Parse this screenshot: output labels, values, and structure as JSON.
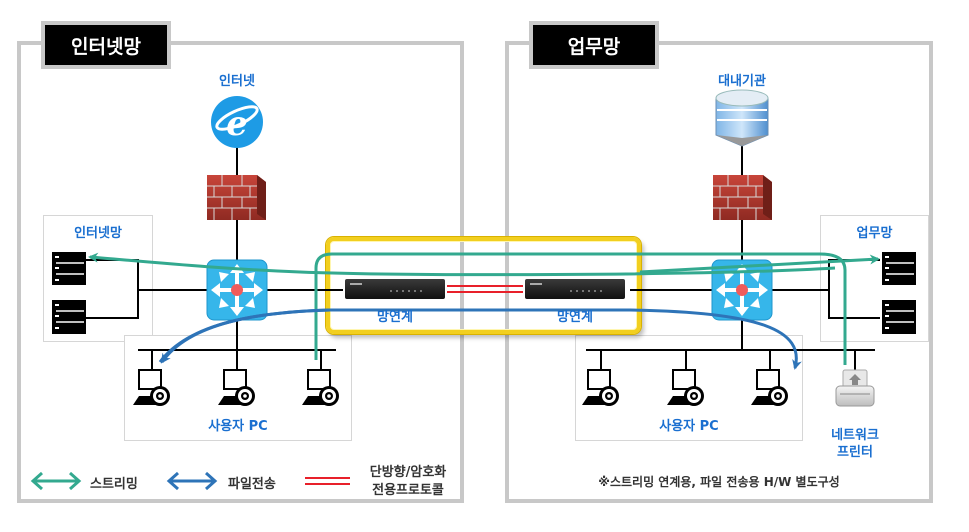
{
  "left_panel": {
    "title": "인터넷망",
    "internet_label": "인터넷",
    "server_group_label": "인터넷망",
    "netlink_label": "망연계",
    "pc_group_label": "사용자 PC"
  },
  "right_panel": {
    "title": "업무망",
    "agency_label": "대내기관",
    "server_group_label": "업무망",
    "netlink_label": "망연계",
    "pc_group_label": "사용자 PC",
    "printer_label_line1": "네트워크",
    "printer_label_line2": "프린터",
    "note": "※스트리밍 연계용, 파일 전송용 H/W 별도구성"
  },
  "legend": {
    "streaming_label": "스트리밍",
    "file_transfer_label": "파일전송",
    "protocol_label_line1": "단방향/암호화",
    "protocol_label_line2": "전용프로토콜"
  },
  "colors": {
    "streaming": "#33a98f",
    "file_transfer": "#2e74b8",
    "protocol": "#e8202a",
    "label_blue": "#1a6fd0",
    "highlight_yellow": "#f2cf1f",
    "switch_blue": "#36b6ea"
  }
}
